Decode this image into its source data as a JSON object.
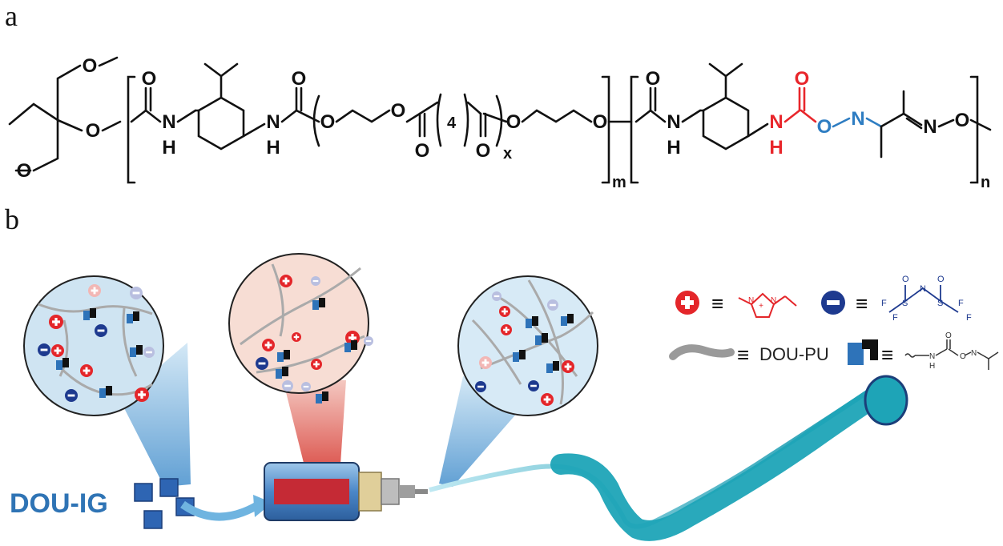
{
  "panels": {
    "a": {
      "label": "a"
    },
    "b": {
      "label": "b"
    }
  },
  "structure": {
    "atoms": {
      "O": "O",
      "N": "N",
      "H": "H"
    },
    "subscripts": {
      "four": "4",
      "x": "x",
      "m": "m",
      "n": "n"
    },
    "oxime_carbamate_color": "#e8262b",
    "oxime_color": "#2e7dc2"
  },
  "legend": {
    "equiv": "≡",
    "polymer_label": "DOU-PU",
    "anion_atoms": {
      "S": "S",
      "N": "N",
      "F": "F",
      "O": "O"
    },
    "cation_atoms": {
      "N": "N",
      "plus": "+"
    },
    "bond_atoms": {
      "N": "N",
      "H": "H",
      "O": "O"
    },
    "cation_color": "#e4262a",
    "anion_color": "#1e3a8f"
  },
  "scheme": {
    "gel_label": "DOU-IG",
    "gel_color": "#2f74b5",
    "fiber_color": "#2aa6b8"
  }
}
